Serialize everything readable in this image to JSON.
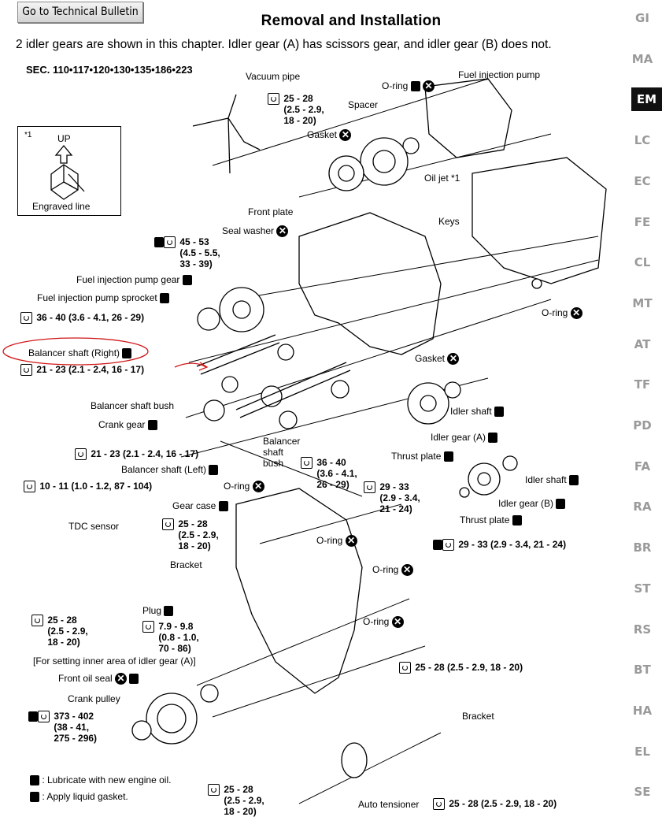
{
  "header": {
    "button_label": "Go to Technical Bulletin",
    "title": "Removal and Installation",
    "intro": "2 idler gears are shown in this chapter. Idler gear (A) has scissors gear, and idler gear (B) does not.",
    "sec": "SEC. 110•117•120•130•135•186•223"
  },
  "sidebar": {
    "items": [
      "GI",
      "MA",
      "EM",
      "LC",
      "EC",
      "FE",
      "CL",
      "MT",
      "AT",
      "TF",
      "PD",
      "FA",
      "RA",
      "BR",
      "ST",
      "RS",
      "BT",
      "HA",
      "EL",
      "SE"
    ],
    "active": "EM"
  },
  "inset": {
    "note": "*1",
    "up": "UP",
    "engraved": "Engraved line"
  },
  "labels": {
    "vacuum_pipe": "Vacuum pipe",
    "oring_top": "O-ring",
    "fuel_pump": "Fuel injection pump",
    "spacer": "Spacer",
    "gasket_top": "Gasket",
    "oil_jet": "Oil jet *1",
    "front_plate": "Front plate",
    "keys": "Keys",
    "seal_washer": "Seal washer",
    "fip_gear": "Fuel injection pump gear",
    "fip_sprocket": "Fuel injection pump sprocket",
    "oring_right": "O-ring",
    "balancer_right": "Balancer shaft (Right)",
    "gasket_mid": "Gasket",
    "idler_shaft_a": "Idler shaft",
    "balancer_bush": "Balancer shaft bush",
    "crank_gear": "Crank gear",
    "idler_gear_a": "Idler gear (A)",
    "thrust_plate_a": "Thrust plate",
    "balancer_bush2": "Balancer\nshaft\nbush",
    "balancer_left": "Balancer shaft (Left)",
    "idler_shaft_b": "Idler shaft",
    "oring_mid": "O-ring",
    "idler_gear_b": "Idler gear (B)",
    "thrust_plate_b": "Thrust plate",
    "gear_case": "Gear case",
    "tdc_sensor": "TDC sensor",
    "bracket_left": "Bracket",
    "oring_case": "O-ring",
    "oring_case2": "O-ring",
    "plug": "Plug",
    "oring_low": "O-ring",
    "idler_note": "[For setting inner area of idler gear (A)]",
    "front_oil_seal": "Front oil seal",
    "crank_pulley": "Crank pulley",
    "bracket_right": "Bracket",
    "auto_tensioner": "Auto tensioner"
  },
  "specs": {
    "s1": "25 - 28\n(2.5 - 2.9,\n18 - 20)",
    "s2": "45 - 53\n(4.5 - 5.5,\n33 - 39)",
    "s3": "36 - 40 (3.6 - 4.1, 26 - 29)",
    "s4": "21 - 23 (2.1 - 2.4, 16 - 17)",
    "s5": "21 - 23 (2.1 - 2.4, 16 - 17)",
    "s6": "36 - 40\n(3.6 - 4.1,\n26 - 29)",
    "s7": "29 - 33\n(2.9 - 3.4,\n21 - 24)",
    "s8": "10 - 11 (1.0 - 1.2, 87 - 104)",
    "s9": "25 - 28\n(2.5 - 2.9,\n18 - 20)",
    "s10": "29 - 33 (2.9 - 3.4, 21 - 24)",
    "s11": "25 - 28\n(2.5 - 2.9,\n18 - 20)",
    "s12": "7.9 - 9.8\n(0.8 - 1.0,\n70 - 86)",
    "s13": "25 - 28 (2.5 - 2.9, 18 - 20)",
    "s14": "373 - 402\n(38 - 41,\n275 - 296)",
    "s15": "25 - 28\n(2.5 - 2.9,\n18 - 20)",
    "s16": "25 - 28 (2.5 - 2.9, 18 - 20)"
  },
  "legend": {
    "lube": ": Lubricate with new engine oil.",
    "gasket": ": Apply liquid gasket."
  }
}
